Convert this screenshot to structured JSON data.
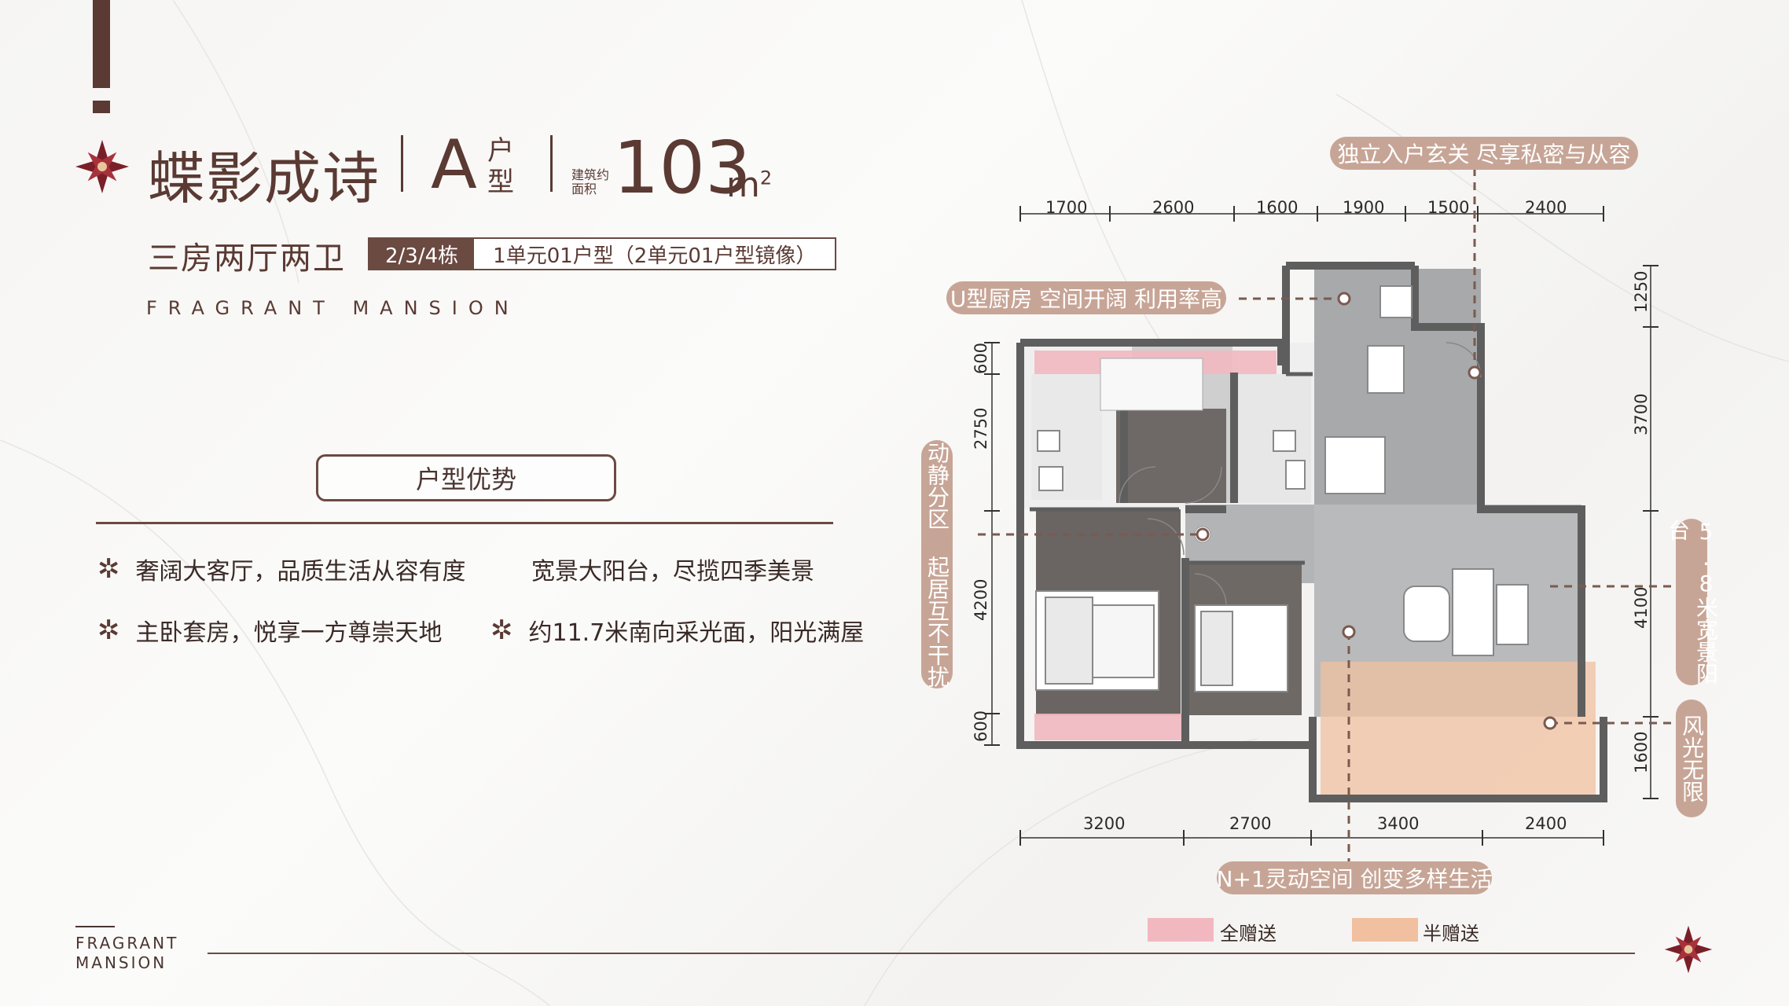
{
  "header": {
    "title": "蝶影成诗",
    "unit_letter": "A",
    "unit_suffix": "户型",
    "area_label_line1": "建筑约",
    "area_label_line2": "面积",
    "area_value": "103",
    "area_unit": "m",
    "area_unit_sup": "2"
  },
  "subtitle": {
    "layout": "三房两厅两卫",
    "buildings": "2/3/4栋",
    "unit_desc": "1单元01户型（2单元01户型镜像）"
  },
  "english_title": "FRAGRANT  MANSION",
  "advantages": {
    "button_label": "户型优势",
    "items": [
      "奢阔大客厅，品质生活从容有度",
      "宽景大阳台，尽揽四季美景",
      "主卧套房，悦享一方尊崇天地",
      "约11.7米南向采光面，阳光满屋"
    ]
  },
  "plan": {
    "top_dims": [
      "1700",
      "2600",
      "1600",
      "1900",
      "1500",
      "2400"
    ],
    "bottom_dims": [
      "3200",
      "2700",
      "3400",
      "2400"
    ],
    "left_dims": [
      "600",
      "2750",
      "4200",
      "600"
    ],
    "right_dims": [
      "1250",
      "3700",
      "4100",
      "1600"
    ],
    "callouts": {
      "entry": "独立入户玄关 尽享私密与从容",
      "kitchen": "U型厨房 空间开阔 利用率高",
      "zoning": "动静分区 起居互不干扰",
      "balcony_top": "5.8米宽景阳台",
      "balcony_bottom": "风光无限",
      "flex": "N+1灵动空间 创变多样生活"
    }
  },
  "legend": {
    "full_label": "全赠送",
    "half_label": "半赠送",
    "full_color": "#f2b8c0",
    "half_color": "#f0c0a0"
  },
  "footer": {
    "line1": "FRAGRANT",
    "line2": "MANSION"
  },
  "colors": {
    "brand": "#5a3a33",
    "callout": "#c7a596"
  }
}
